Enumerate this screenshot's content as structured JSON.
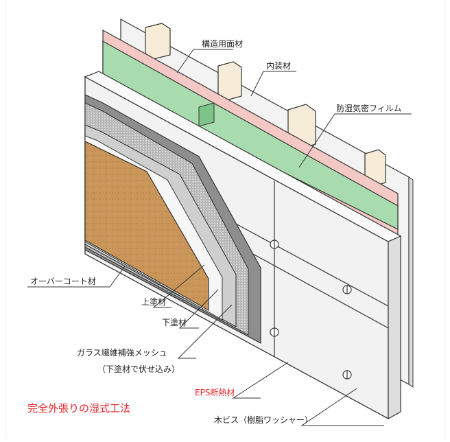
{
  "labels": {
    "structural_board": "構造用面材",
    "interior_finish": "内装材",
    "vapor_barrier": "防湿気密フィルム",
    "overcoat": "オーバーコート材",
    "top_coat": "上塗材",
    "base_coat": "下塗材",
    "glass_mesh": "ガラス繊維補強メッシュ",
    "glass_mesh_note": "（下塗材で伏せ込み）",
    "eps_insulation": "EPS断熱材",
    "wood_screw": "木ビス（樹脂ワッシャー）"
  },
  "title": "完全外張りの湿式工法",
  "colors": {
    "accent_red": "#e8242a",
    "pink_board": "#f4c8c4",
    "green_film": "#a8dcae",
    "eps_white": "#f2f2f2",
    "mesh_gray": "#b4b4b4",
    "base_gray": "#8e8e8e",
    "finish_brown": "#c8935a",
    "stud_cream": "#f6ecd8"
  }
}
